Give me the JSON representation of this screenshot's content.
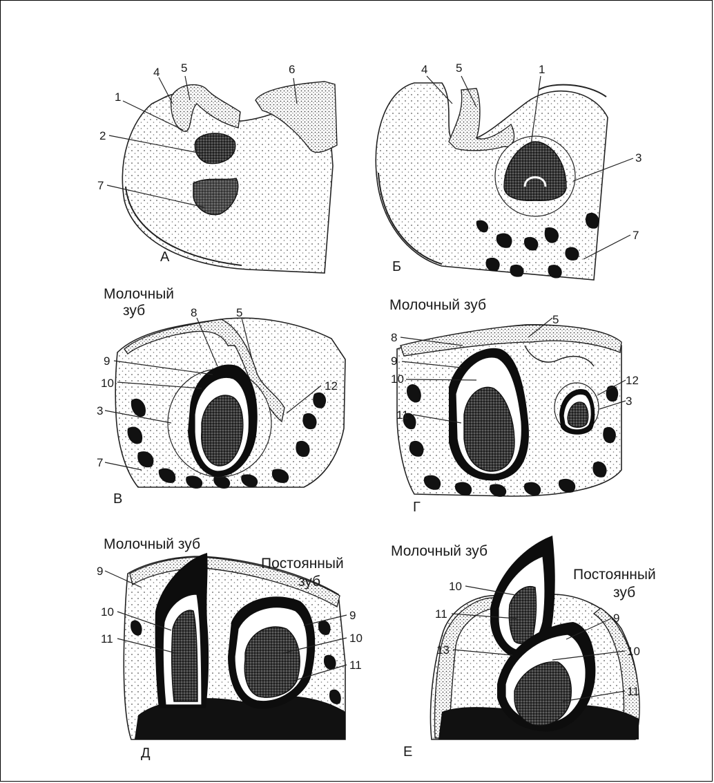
{
  "panels": {
    "A": {
      "letter": "А"
    },
    "B": {
      "letter": "Б"
    },
    "V": {
      "letter": "В",
      "caption_line1": "Молочный",
      "caption_line2": "зуб"
    },
    "G": {
      "letter": "Г",
      "caption": "Молочный зуб"
    },
    "D": {
      "letter": "Д",
      "caption": "Молочный зуб",
      "caption2_line1": "Постоянный",
      "caption2_line2": "зуб"
    },
    "E": {
      "letter": "Е",
      "caption": "Молочный зуб",
      "caption2_line1": "Постоянный",
      "caption2_line2": "зуб"
    }
  },
  "labels": {
    "n1": "1",
    "n2": "2",
    "n3": "3",
    "n4": "4",
    "n5": "5",
    "n6": "6",
    "n7": "7",
    "n8": "8",
    "n9": "9",
    "n10": "10",
    "n11": "11",
    "n12": "12",
    "n13": "13"
  }
}
